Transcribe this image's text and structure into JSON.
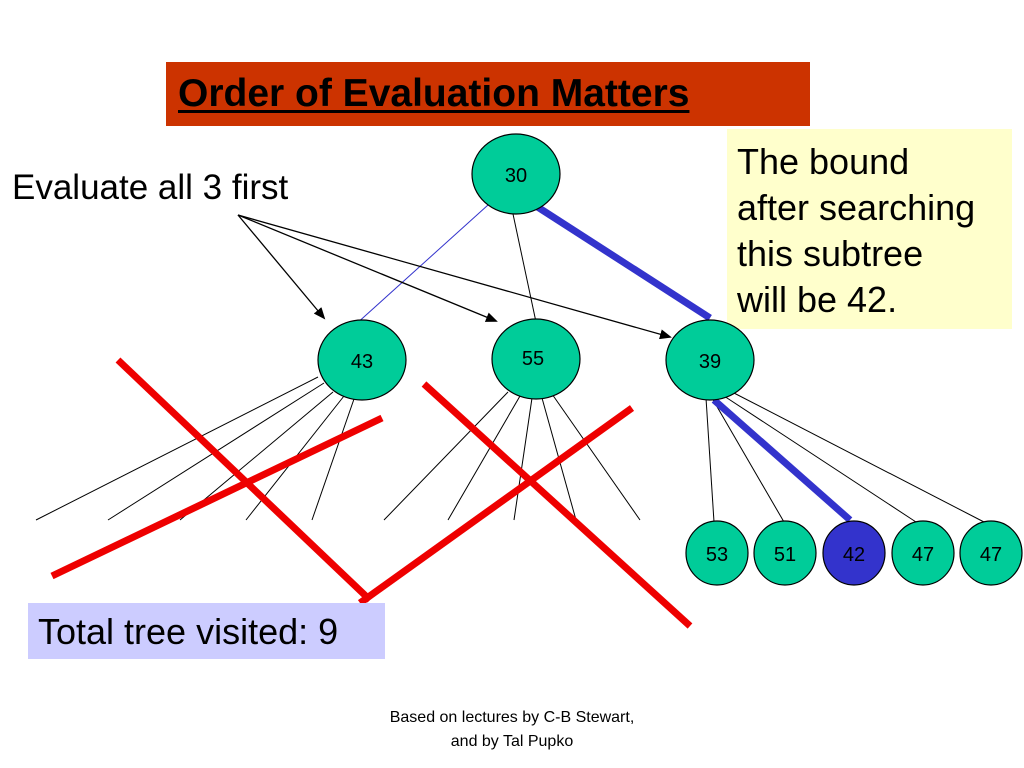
{
  "title": "Order of Evaluation Matters",
  "eval_label": "Evaluate all 3 first",
  "note_lines": [
    "The bound",
    "after searching",
    "this subtree",
    "will be  42."
  ],
  "total_label": "Total tree visited: 9",
  "footer_lines": [
    "Based on lectures by C-B Stewart,",
    "and by Tal Pupko"
  ],
  "nodes": {
    "root": "30",
    "left": "43",
    "middle": "55",
    "right": "39",
    "leaf1": "53",
    "leaf2": "51",
    "leaf3": "42",
    "leaf4": "47",
    "leaf5": "47"
  },
  "colors": {
    "node_fill": "#00cc99",
    "highlight_node_fill": "#3333cc",
    "path_line": "#3333cc",
    "cross_out": "#ee0000",
    "title_bg": "#cc3300",
    "note_bg": "#ffffcc",
    "total_bg": "#ccccff"
  }
}
